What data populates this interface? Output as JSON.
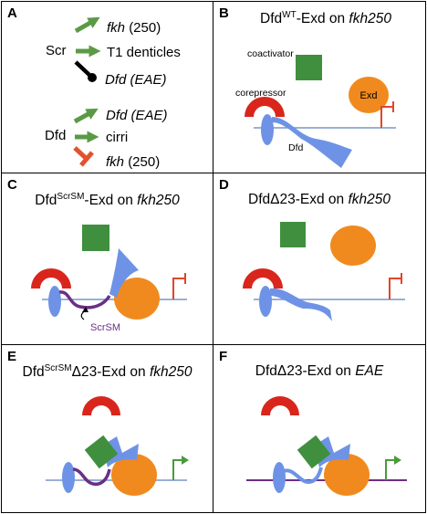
{
  "panels": {
    "A": {
      "letter": "A",
      "scr": {
        "factor": "Scr",
        "t1_gene": "fkh",
        "t1_note": "(250)",
        "t2": "T1 denticles",
        "t3_gene": "Dfd",
        "t3_note": "(EAE)"
      },
      "dfd": {
        "factor": "Dfd",
        "t1_gene": "Dfd",
        "t1_note": "(EAE)",
        "t2": "cirri",
        "t3_gene": "fkh",
        "t3_note": "(250)"
      }
    },
    "B": {
      "letter": "B",
      "title_a": "Dfd",
      "title_sup": "WT",
      "title_b": "-Exd on ",
      "title_gene": "fkh250",
      "coactivator": "coactivator",
      "exd": "Exd",
      "corepressor": "corepressor",
      "dfd": "Dfd"
    },
    "C": {
      "letter": "C",
      "title_a": "Dfd",
      "title_sup": "ScrSM",
      "title_b": "-Exd on ",
      "title_gene": "fkh250",
      "scrsm": "ScrSM"
    },
    "D": {
      "letter": "D",
      "title_a": "DfdΔ23-Exd on ",
      "title_gene": "fkh250"
    },
    "E": {
      "letter": "E",
      "title_a": "Dfd",
      "title_sup": "ScrSM",
      "title_b": "Δ23-Exd on ",
      "title_gene": "fkh250"
    },
    "F": {
      "letter": "F",
      "title_a": "DfdΔ23-Exd on ",
      "title_gene": "EAE"
    }
  },
  "colors": {
    "activation_arrow": "#5a9a45",
    "repression_bar": "#e2522d",
    "repression_blunt": "#000000",
    "coactivator": "#3f8f3f",
    "exd": "#f08a1e",
    "corepressor": "#d9261c",
    "dfd": "#6e93e6",
    "dna": "#7896c8",
    "scrsm": "#6b2f86",
    "activation_promoter": "#4a9a3c",
    "repression_promoter": "#e0452a"
  }
}
